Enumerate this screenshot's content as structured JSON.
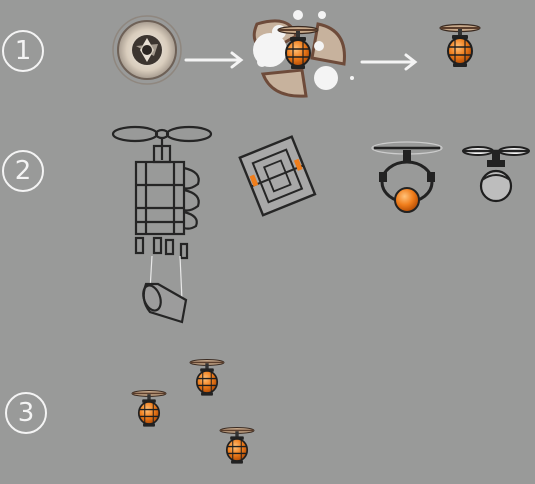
{
  "steps": [
    {
      "number": "1"
    },
    {
      "number": "2"
    },
    {
      "number": "3"
    }
  ],
  "colors": {
    "background": "#999a99",
    "orange": "#f07e1c",
    "outline": "#1f1f1f",
    "chalk": "#f4f4f4",
    "brown": "#6e4b3a",
    "tan": "#c7b29d"
  },
  "icons": [
    "vortex-icon",
    "arrow-right-icon",
    "lantern-drone-icon",
    "propeller-icon",
    "cage-icon",
    "sphere-pod-icon"
  ]
}
